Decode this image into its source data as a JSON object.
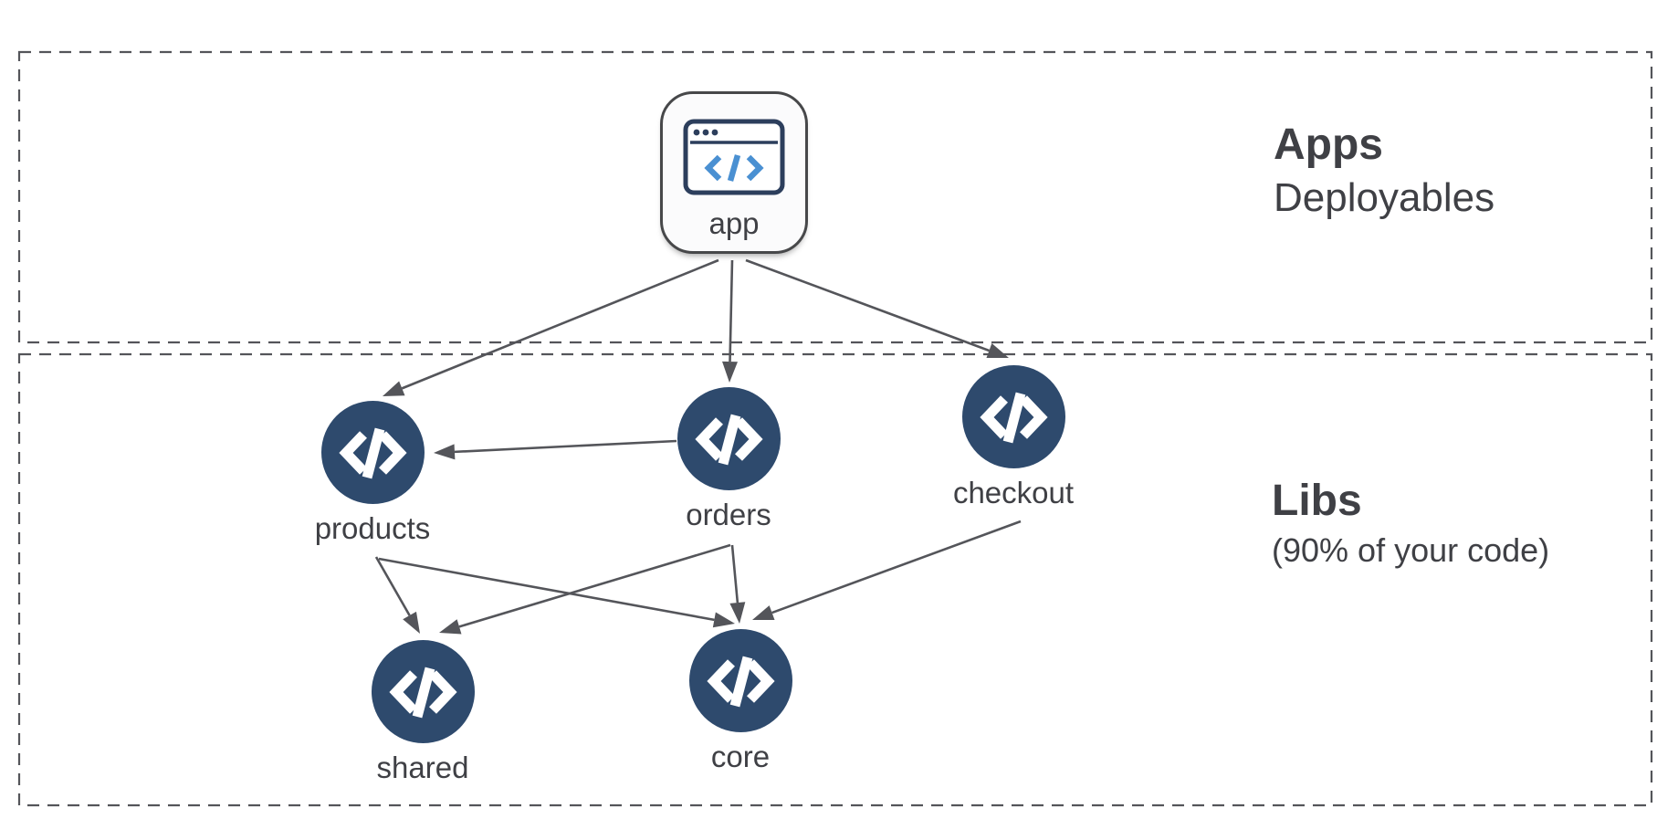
{
  "diagram": {
    "sections": [
      {
        "id": "apps",
        "title": "Apps",
        "subtitle": "Deployables"
      },
      {
        "id": "libs",
        "title": "Libs",
        "subtitle": "(90% of your code)"
      }
    ],
    "nodes": [
      {
        "id": "app",
        "label": "app",
        "type": "application",
        "icon": "browser-code-icon"
      },
      {
        "id": "products",
        "label": "products",
        "type": "library",
        "icon": "code-icon"
      },
      {
        "id": "orders",
        "label": "orders",
        "type": "library",
        "icon": "code-icon"
      },
      {
        "id": "checkout",
        "label": "checkout",
        "type": "library",
        "icon": "code-icon"
      },
      {
        "id": "shared",
        "label": "shared",
        "type": "library",
        "icon": "code-icon"
      },
      {
        "id": "core",
        "label": "core",
        "type": "library",
        "icon": "code-icon"
      }
    ],
    "edges": [
      {
        "from": "app",
        "to": "products"
      },
      {
        "from": "app",
        "to": "orders"
      },
      {
        "from": "app",
        "to": "checkout"
      },
      {
        "from": "orders",
        "to": "products"
      },
      {
        "from": "products",
        "to": "shared"
      },
      {
        "from": "products",
        "to": "core"
      },
      {
        "from": "orders",
        "to": "shared"
      },
      {
        "from": "orders",
        "to": "core"
      },
      {
        "from": "checkout",
        "to": "core"
      }
    ],
    "colors": {
      "node_fill": "#2e4a6d",
      "node_glyph": "#ffffff",
      "arrow": "#54555a",
      "border_dash": "#54555a",
      "text": "#3f4045",
      "app_icon_accent": "#4a90d2",
      "app_icon_frame": "#2c3e5c"
    }
  }
}
